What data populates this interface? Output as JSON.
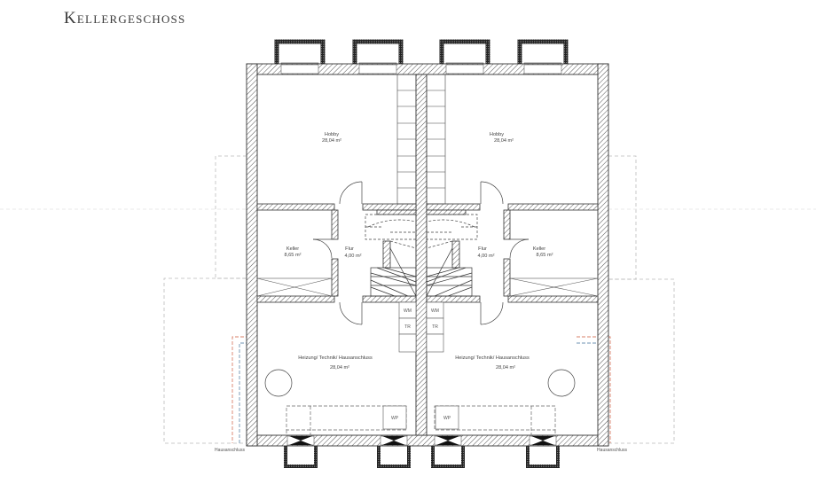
{
  "title": "Kellergeschoss",
  "colors": {
    "wall": "#333333",
    "hatch": "#555555",
    "dashed_gray": "#bbbbbb",
    "supply_red": "#d9826a",
    "supply_blue": "#6f93b3",
    "text": "#444444"
  },
  "rooms": [
    {
      "id": "hobby-left",
      "name": "Hobby",
      "area": "28,04 m²"
    },
    {
      "id": "hobby-right",
      "name": "Hobby",
      "area": "28,04 m²"
    },
    {
      "id": "keller-left",
      "name": "Keller",
      "area": "8,65 m²"
    },
    {
      "id": "flur-left",
      "name": "Flur",
      "area": "4,00 m²"
    },
    {
      "id": "flur-right",
      "name": "Flur",
      "area": "4,00 m²"
    },
    {
      "id": "keller-right",
      "name": "Keller",
      "area": "8,65 m²"
    },
    {
      "id": "technik-left",
      "name": "Heizung/ Technik/ Hausanschluss",
      "area": "28,04 m²"
    },
    {
      "id": "technik-right",
      "name": "Heizung/ Technik/ Hausanschluss",
      "area": "28,04 m²"
    }
  ],
  "appliances": {
    "washer": "WM",
    "dryer": "TR",
    "water_heater": "WP"
  },
  "annotations": {
    "house_connection_left": "Hausanschluss",
    "house_connection_right": "Hausanschluss"
  }
}
